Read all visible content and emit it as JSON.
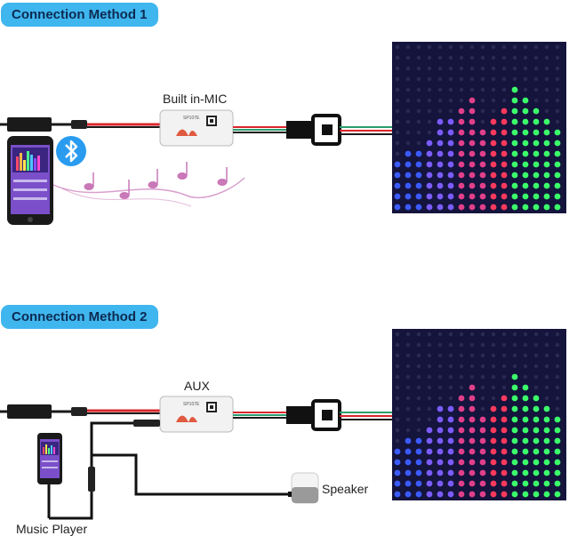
{
  "sections": [
    {
      "badge": "Connection  Method 1",
      "controller_label": "Built in-MIC",
      "controller_model": "SP107E"
    },
    {
      "badge": "Connection  Method 2",
      "controller_label": "AUX",
      "controller_model": "SP107E"
    }
  ],
  "speaker_label": "Speaker",
  "player_label": "Music Player",
  "icons": [
    "bluetooth-icon",
    "music-notes-icon",
    "smartphone-icon",
    "power-adapter-icon",
    "led-matrix-icon",
    "speaker-icon"
  ],
  "colors": {
    "badge": "#3fb6ee",
    "badge_text": "#0d2a52",
    "cable_red": "#d9262b",
    "cable_green": "#2a9d6e",
    "panel": "#14143c"
  }
}
